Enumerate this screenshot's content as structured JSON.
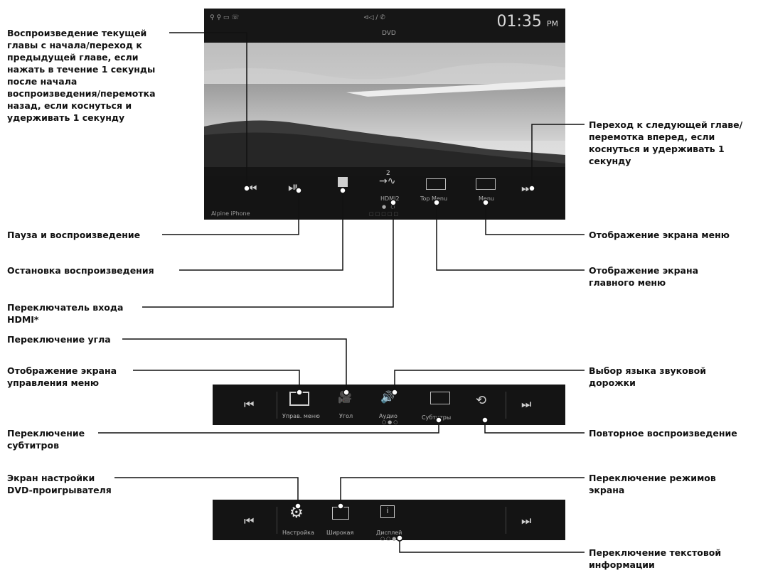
{
  "screen": {
    "status_mid": "⊲◁ / ✆",
    "source_title": "DVD",
    "clock_time": "01:35",
    "clock_ampm": "PM",
    "source_device": "Alpine iPhone",
    "hdmi_label": "HDMI2",
    "hdmi_number": "2",
    "top_menu_label": "Top Menu",
    "menu_label": "Menu"
  },
  "bar2": {
    "menu_control_label": "Управ. меню",
    "angle_label": "Угол",
    "audio_label": "Аудио",
    "subtitles_label": "Субтитры"
  },
  "bar3": {
    "setup_label": "Настройка",
    "wide_label": "Широкая",
    "display_label": "Дисплей"
  },
  "annotations": {
    "prev_chapter": "Воспроизведение текущей\nглавы с начала/переход к\nпредыдущей главе, если\nнажать в течение 1 секунды\nпосле начала\nвоспроизведения/перемотка\nназад, если коснуться и\nудерживать 1 секунду",
    "next_chapter": "Переход к следующей главе/\nперемотка вперед, если\nкоснуться и удерживать 1\nсекунду",
    "pause_play": "Пауза и воспроизведение",
    "stop": "Остановка воспроизведения",
    "hdmi_switch": "Переключатель входа\nHDMI*",
    "menu_screen": "Отображение экрана меню",
    "top_menu_screen": "Отображение экрана\nглавного меню",
    "angle_switch": "Переключение угла",
    "menu_control": "Отображение экрана\nуправления меню",
    "audio_language": "Выбор языка звуковой\nдорожки",
    "subtitles_switch": "Переключение\nсубтитров",
    "repeat": "Повторное воспроизведение",
    "dvd_setup": "Экран настройки\nDVD-проигрывателя",
    "screen_mode": "Переключение режимов\nэкрана",
    "text_info": "Переключение текстовой\nинформации"
  }
}
